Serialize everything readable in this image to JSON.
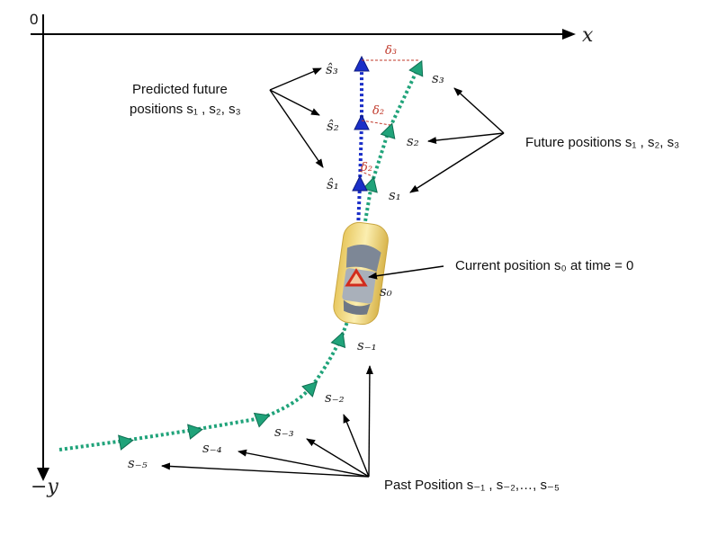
{
  "axes": {
    "origin_label": "0",
    "x_label": "x",
    "y_label": "−y"
  },
  "annotations": {
    "predicted": [
      "Predicted future",
      "positions s₁ , s₂, s₃"
    ],
    "future": "Future positions s₁ , s₂, s₃",
    "current": "Current position s₀  at time = 0",
    "past": "Past Position s₋₁ , s₋₂,…, s₋₅"
  },
  "points": {
    "s0": "s₀",
    "past": [
      "s₋₁",
      "s₋₂",
      "s₋₃",
      "s₋₄",
      "s₋₅"
    ],
    "future": [
      "s₁",
      "s₂",
      "s₃"
    ],
    "predicted": [
      "ŝ₁",
      "ŝ₂",
      "ŝ₃"
    ],
    "deltas": [
      "δ₂",
      "δ₂",
      "δ₃"
    ]
  },
  "colors": {
    "past_future_marker": "#20a37a",
    "predicted_marker": "#1b2fc8",
    "current_marker": "#d22b1c",
    "car_body": "#f0d878",
    "delta": "#c0392b"
  }
}
